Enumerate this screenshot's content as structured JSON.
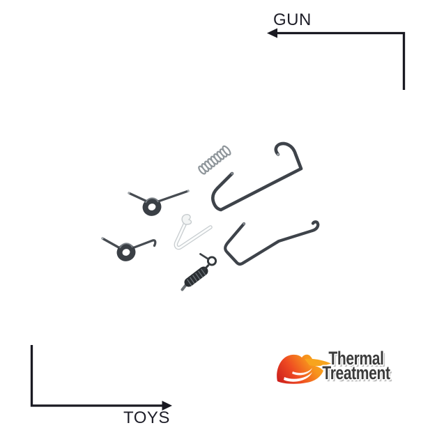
{
  "background_color": "#ffffff",
  "gun_flow": {
    "label": "GUN",
    "arrow_direction": "left",
    "arrow_color": "#1a1a22"
  },
  "toys_flow": {
    "label": "TOYS",
    "arrow_direction": "right",
    "arrow_color": "#1a1a22"
  },
  "label_color": "#1e1e28",
  "logo": {
    "line1": "Thermal",
    "line2": "Treatment",
    "text_color": "#3b3b3b",
    "outline_color": "#ffffff",
    "flame_icon": "flame-swoosh-icon",
    "flame_colors": [
      "#c81a1c",
      "#ee4a22",
      "#f7941d",
      "#f9a81c"
    ]
  },
  "product_photo": {
    "wire_color": "#3e434a",
    "parts": [
      "torsion-spring-upper-left",
      "torsion-spring-lower-left",
      "compression-spring",
      "white-clip-spring",
      "bent-wire-lever-spring-upper-right",
      "bent-wire-lever-spring-lower-right",
      "extension-spring-with-ring"
    ]
  }
}
